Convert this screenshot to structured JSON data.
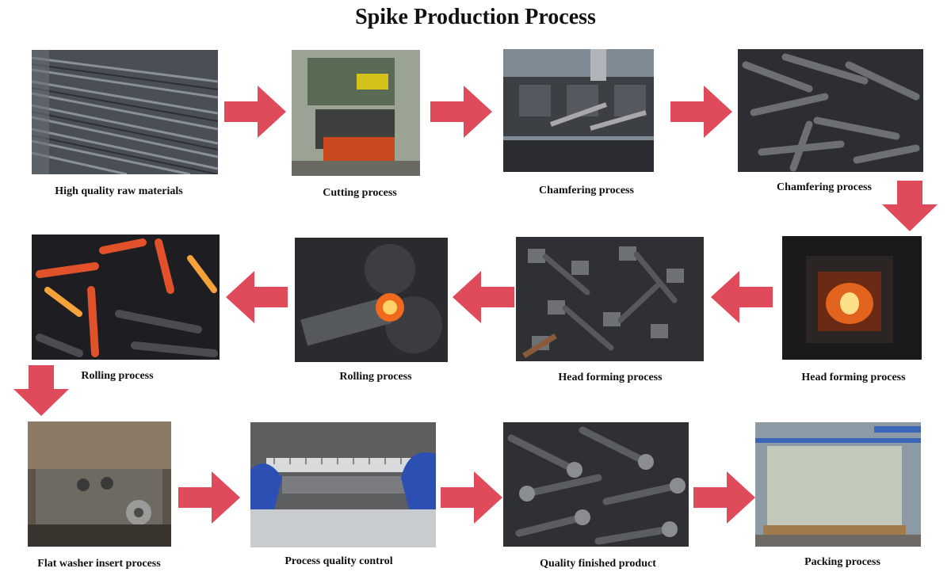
{
  "title": "Spike Production Process",
  "arrow_color": "#e04b5b",
  "steps": [
    {
      "label": "High quality raw materials",
      "photo": "steel-bars"
    },
    {
      "label": "Cutting process",
      "photo": "cutting-machine"
    },
    {
      "label": "Chamfering process",
      "photo": "chamfering-machine"
    },
    {
      "label": "Chamfering process",
      "photo": "chamfered-rods"
    },
    {
      "label": "Head forming process",
      "photo": "furnace"
    },
    {
      "label": "Head forming process",
      "photo": "headed-spikes"
    },
    {
      "label": "Rolling process",
      "photo": "rolling-machine"
    },
    {
      "label": "Rolling process",
      "photo": "hot-rolled-spikes"
    },
    {
      "label": "Flat washer insert process",
      "photo": "washer-press"
    },
    {
      "label": "Process quality control",
      "photo": "ruler-inspection"
    },
    {
      "label": "Quality finished product",
      "photo": "finished-spikes"
    },
    {
      "label": "Packing process",
      "photo": "packed-pallet"
    }
  ]
}
